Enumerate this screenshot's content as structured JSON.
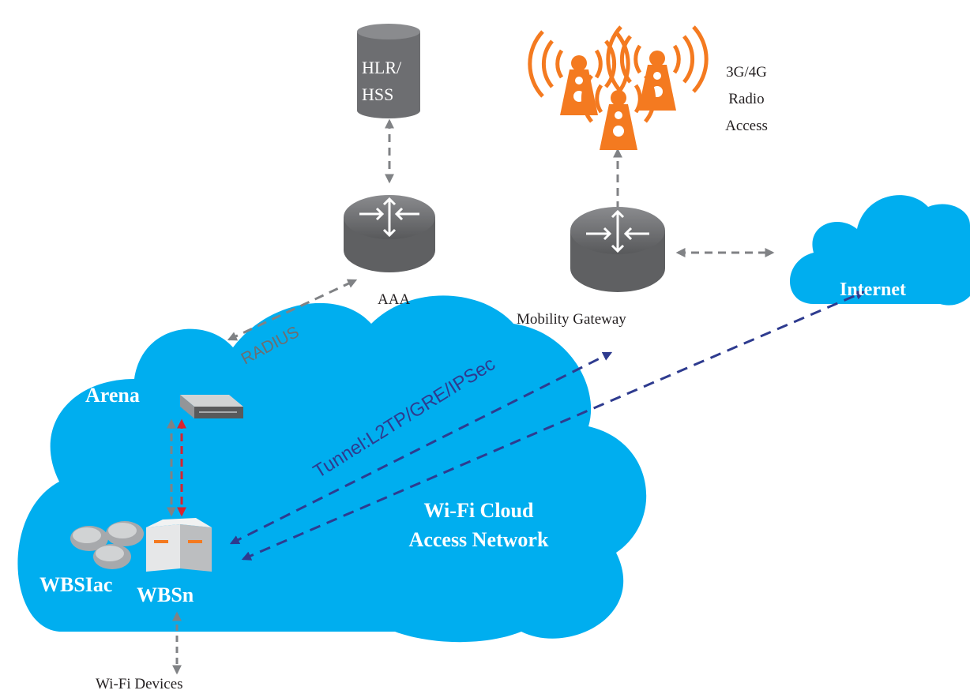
{
  "labels": {
    "hlr_line1": "HLR/",
    "hlr_line2": "HSS",
    "aaa": "AAA",
    "mobility_gateway": "Mobility Gateway",
    "radio_line1": "3G/4G",
    "radio_line2": "Radio",
    "radio_line3": "Access",
    "internet": "Internet",
    "radius": "RADIUS",
    "arena": "Arena",
    "tunnel": "Tunnel:L2TP/GRE/IPSec",
    "cloud_line1": "Wi-Fi Cloud",
    "cloud_line2": "Access Network",
    "wbsiac": "WBSIac",
    "wbsn": "WBSn",
    "wifi_devices": "Wi-Fi Devices"
  },
  "colors": {
    "cloud": "#00aeef",
    "tower": "#f47a20",
    "device_gray": "#6d6e71",
    "arrow_gray": "#808285",
    "arrow_blue": "#2e3b8f",
    "arrow_red": "#d9232e",
    "label_dark": "#231f20",
    "white": "#ffffff"
  },
  "icons": [
    "database-icon",
    "router-icon",
    "cell-tower-icon",
    "cloud-icon",
    "server-icon",
    "access-point-icon"
  ]
}
